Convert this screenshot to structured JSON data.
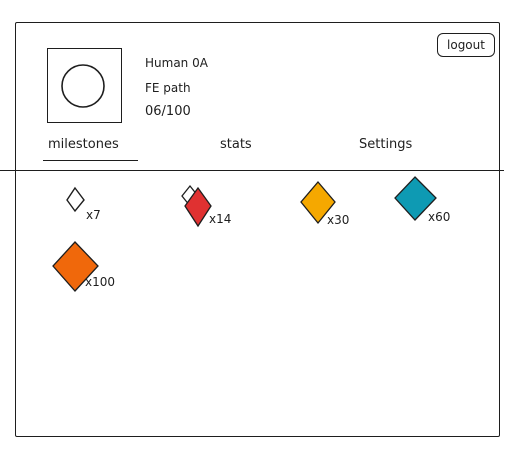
{
  "header": {
    "logout_label": "logout"
  },
  "profile": {
    "name": "Human 0A",
    "path": "FE path",
    "progress": "06/100"
  },
  "tabs": [
    {
      "label": "milestones",
      "active": true
    },
    {
      "label": "stats",
      "active": false
    },
    {
      "label": "Settings",
      "active": false
    }
  ],
  "milestones": [
    {
      "count": "x7",
      "icon": "diamond-outline-icon",
      "color": "#ffffff"
    },
    {
      "count": "x14",
      "icon": "diamond-red-icon",
      "color": "#e03131"
    },
    {
      "count": "x30",
      "icon": "diamond-yellow-icon",
      "color": "#f5a800"
    },
    {
      "count": "x60",
      "icon": "diamond-teal-icon",
      "color": "#0e9ab3"
    },
    {
      "count": "x100",
      "icon": "diamond-orange-icon",
      "color": "#f0680b"
    }
  ]
}
